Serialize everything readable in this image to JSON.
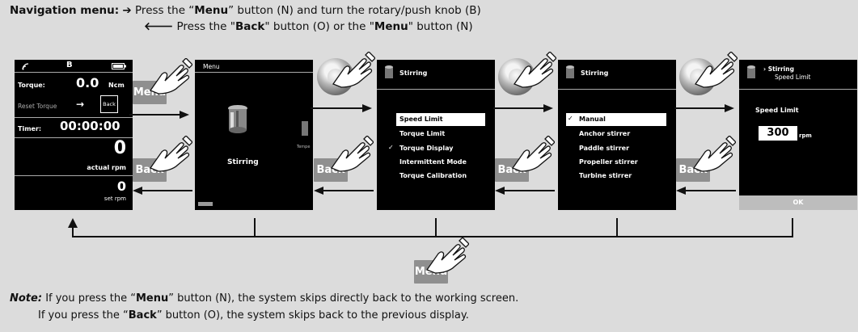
{
  "header": {
    "title": "Navigation menu:",
    "line1_pre": "Press the “",
    "line1_key": "Menu",
    "line1_post": "” button (N) and turn the rotary/push knob (B)",
    "line2_pre": "Press the \"",
    "line2_key1": "Back",
    "line2_mid": "\" button (O) or the \"",
    "line2_key2": "Menu",
    "line2_post": "\" button (N)"
  },
  "screen1": {
    "status_letter": "B",
    "torque_label": "Torque:",
    "torque_value": "0.0",
    "torque_unit": "Ncm",
    "reset_label": "Reset Torque",
    "reset_arrow": "→",
    "back_label": "Back",
    "timer_label": "Timer:",
    "timer_value": "00:00:00",
    "actual_value": "0",
    "actual_label": "actual rpm",
    "set_value": "0",
    "set_label": "set rpm"
  },
  "screen2": {
    "title": "Menu",
    "item_label": "Stirring",
    "side_label": "Tempe"
  },
  "screen3": {
    "title": "Stirring",
    "items": [
      "Speed Limit",
      "Torque Limit",
      "Torque Display",
      "Intermittent Mode",
      "Torque Calibration"
    ],
    "checkmark": "✓"
  },
  "screen4": {
    "title": "Stirring",
    "items": [
      "Manual",
      "Anchor stirrer",
      "Paddle stirrer",
      "Propeller stirrer",
      "Turbine stirrer"
    ],
    "checkmark": "✓"
  },
  "screen5": {
    "title_line1": "› Stirring",
    "title_line2": "Speed Limit",
    "heading": "Speed Limit",
    "value": "300",
    "unit": "rpm",
    "ok_label": "OK"
  },
  "buttons": {
    "menu_label": "Menu",
    "back_label": "Back"
  },
  "note": {
    "label": "Note:",
    "line1_pre": "If you press the “",
    "line1_key": "Menu",
    "line1_post": "” button (N), the system skips directly back to the working screen.",
    "line2_pre": "If you press the “",
    "line2_key": "Back",
    "line2_post": "” button (O), the system skips back to the previous display."
  },
  "icons": {
    "hand": "pointing-hand-icon",
    "knob": "rotary-knob-icon",
    "wifi": "wireless-icon",
    "battery": "battery-icon",
    "beaker": "stirring-vessel-icon"
  }
}
